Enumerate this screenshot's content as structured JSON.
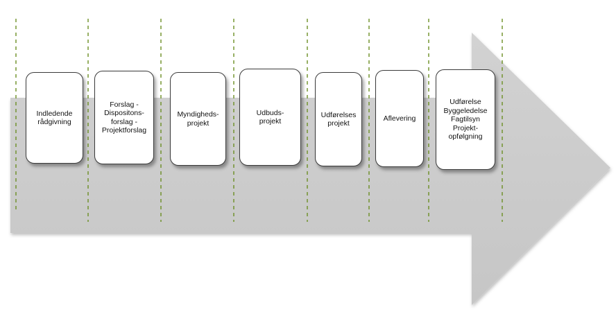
{
  "diagram": {
    "type": "process-arrow",
    "colors": {
      "arrow_fill": "#cccccc",
      "divider": "#6b8e23",
      "box_border": "#3a3a3a",
      "box_fill": "#ffffff"
    },
    "phases": [
      {
        "label": "Indledende\nrådgivning"
      },
      {
        "label": "Forslag -\nDispositons-\nforslag -\nProjektforslag"
      },
      {
        "label": "Myndigheds-\nprojekt"
      },
      {
        "label": "Udbuds-\nprojekt"
      },
      {
        "label": "Udførelses\nprojekt"
      },
      {
        "label": "Aflevering"
      },
      {
        "label": "Udførelse\nByggeledelse\nFagtilsyn\nProjekt-\nopfølgning"
      }
    ]
  }
}
